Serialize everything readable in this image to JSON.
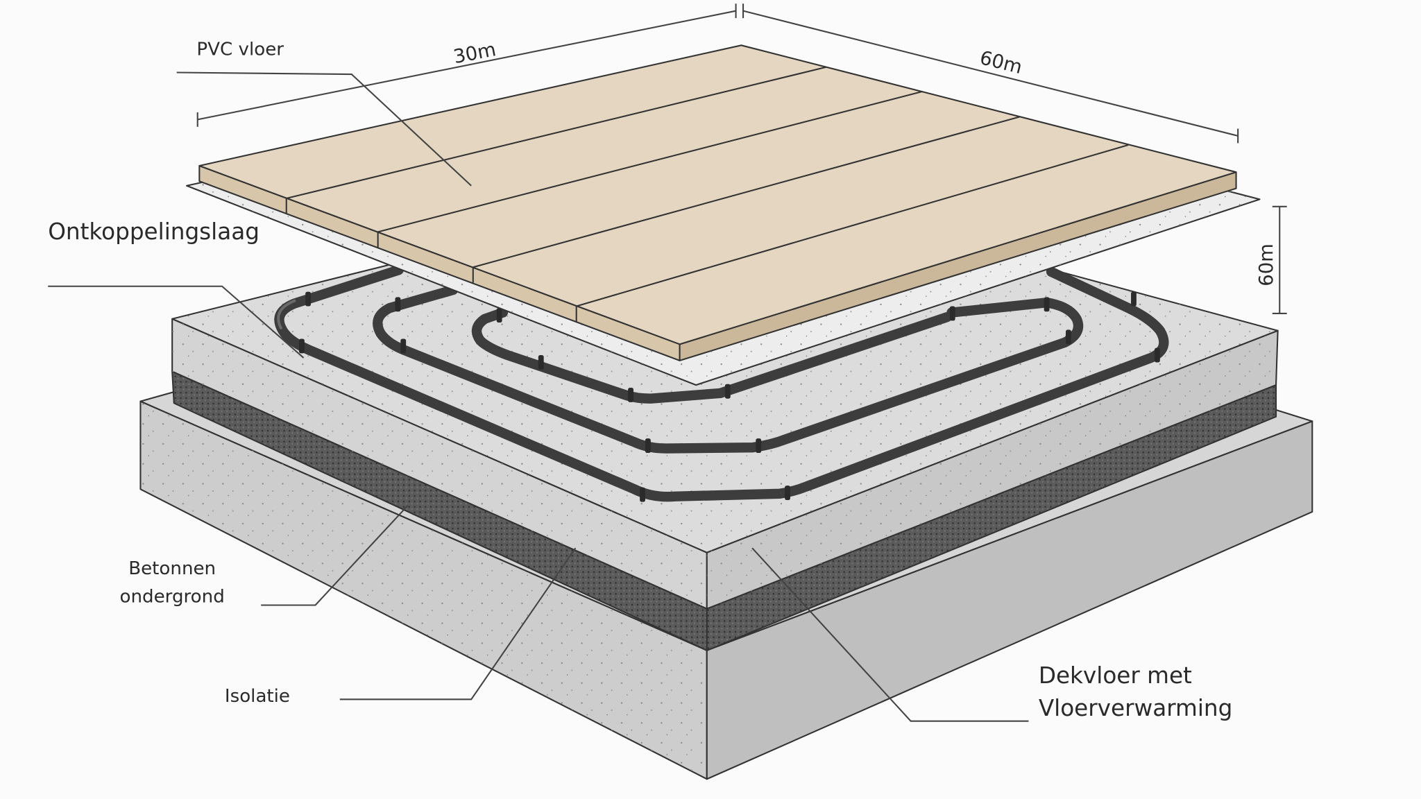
{
  "diagram": {
    "labels": {
      "pvc_floor": "PVC vloer",
      "decoupling_layer": "Ontkoppelingslaag",
      "concrete_base_line1": "Betonnen",
      "concrete_base_line2": "ondergrond",
      "insulation": "Isolatie",
      "screed_line1": "Dekvloer met",
      "screed_line2": "Vloerverwarming"
    },
    "dimensions": {
      "width": "30m",
      "length": "60m",
      "height": "60m"
    },
    "colors": {
      "wood": "#e2d3bd",
      "wood_edge": "#cdbb9f",
      "sheet": "#ececec",
      "screed": "#d9d9d9",
      "insulation": "#5a5a5a",
      "base": "#c9c9c9",
      "pipe": "#3d3d3d"
    }
  }
}
